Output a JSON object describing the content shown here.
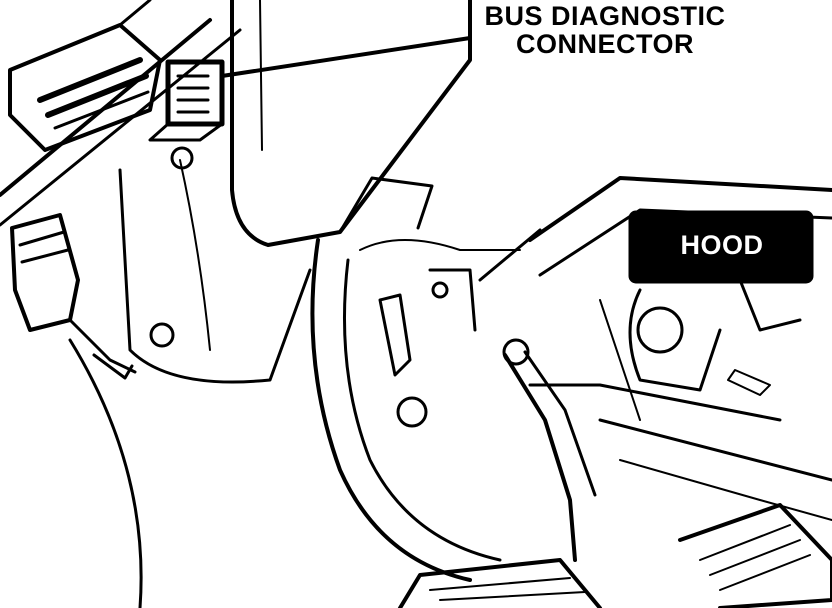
{
  "labels": {
    "bus_line1": "BUS DIAGNOSTIC",
    "bus_line2": "CONNECTOR",
    "hood": "HOOD"
  },
  "colors": {
    "ink": "#000000",
    "paper": "#ffffff"
  }
}
